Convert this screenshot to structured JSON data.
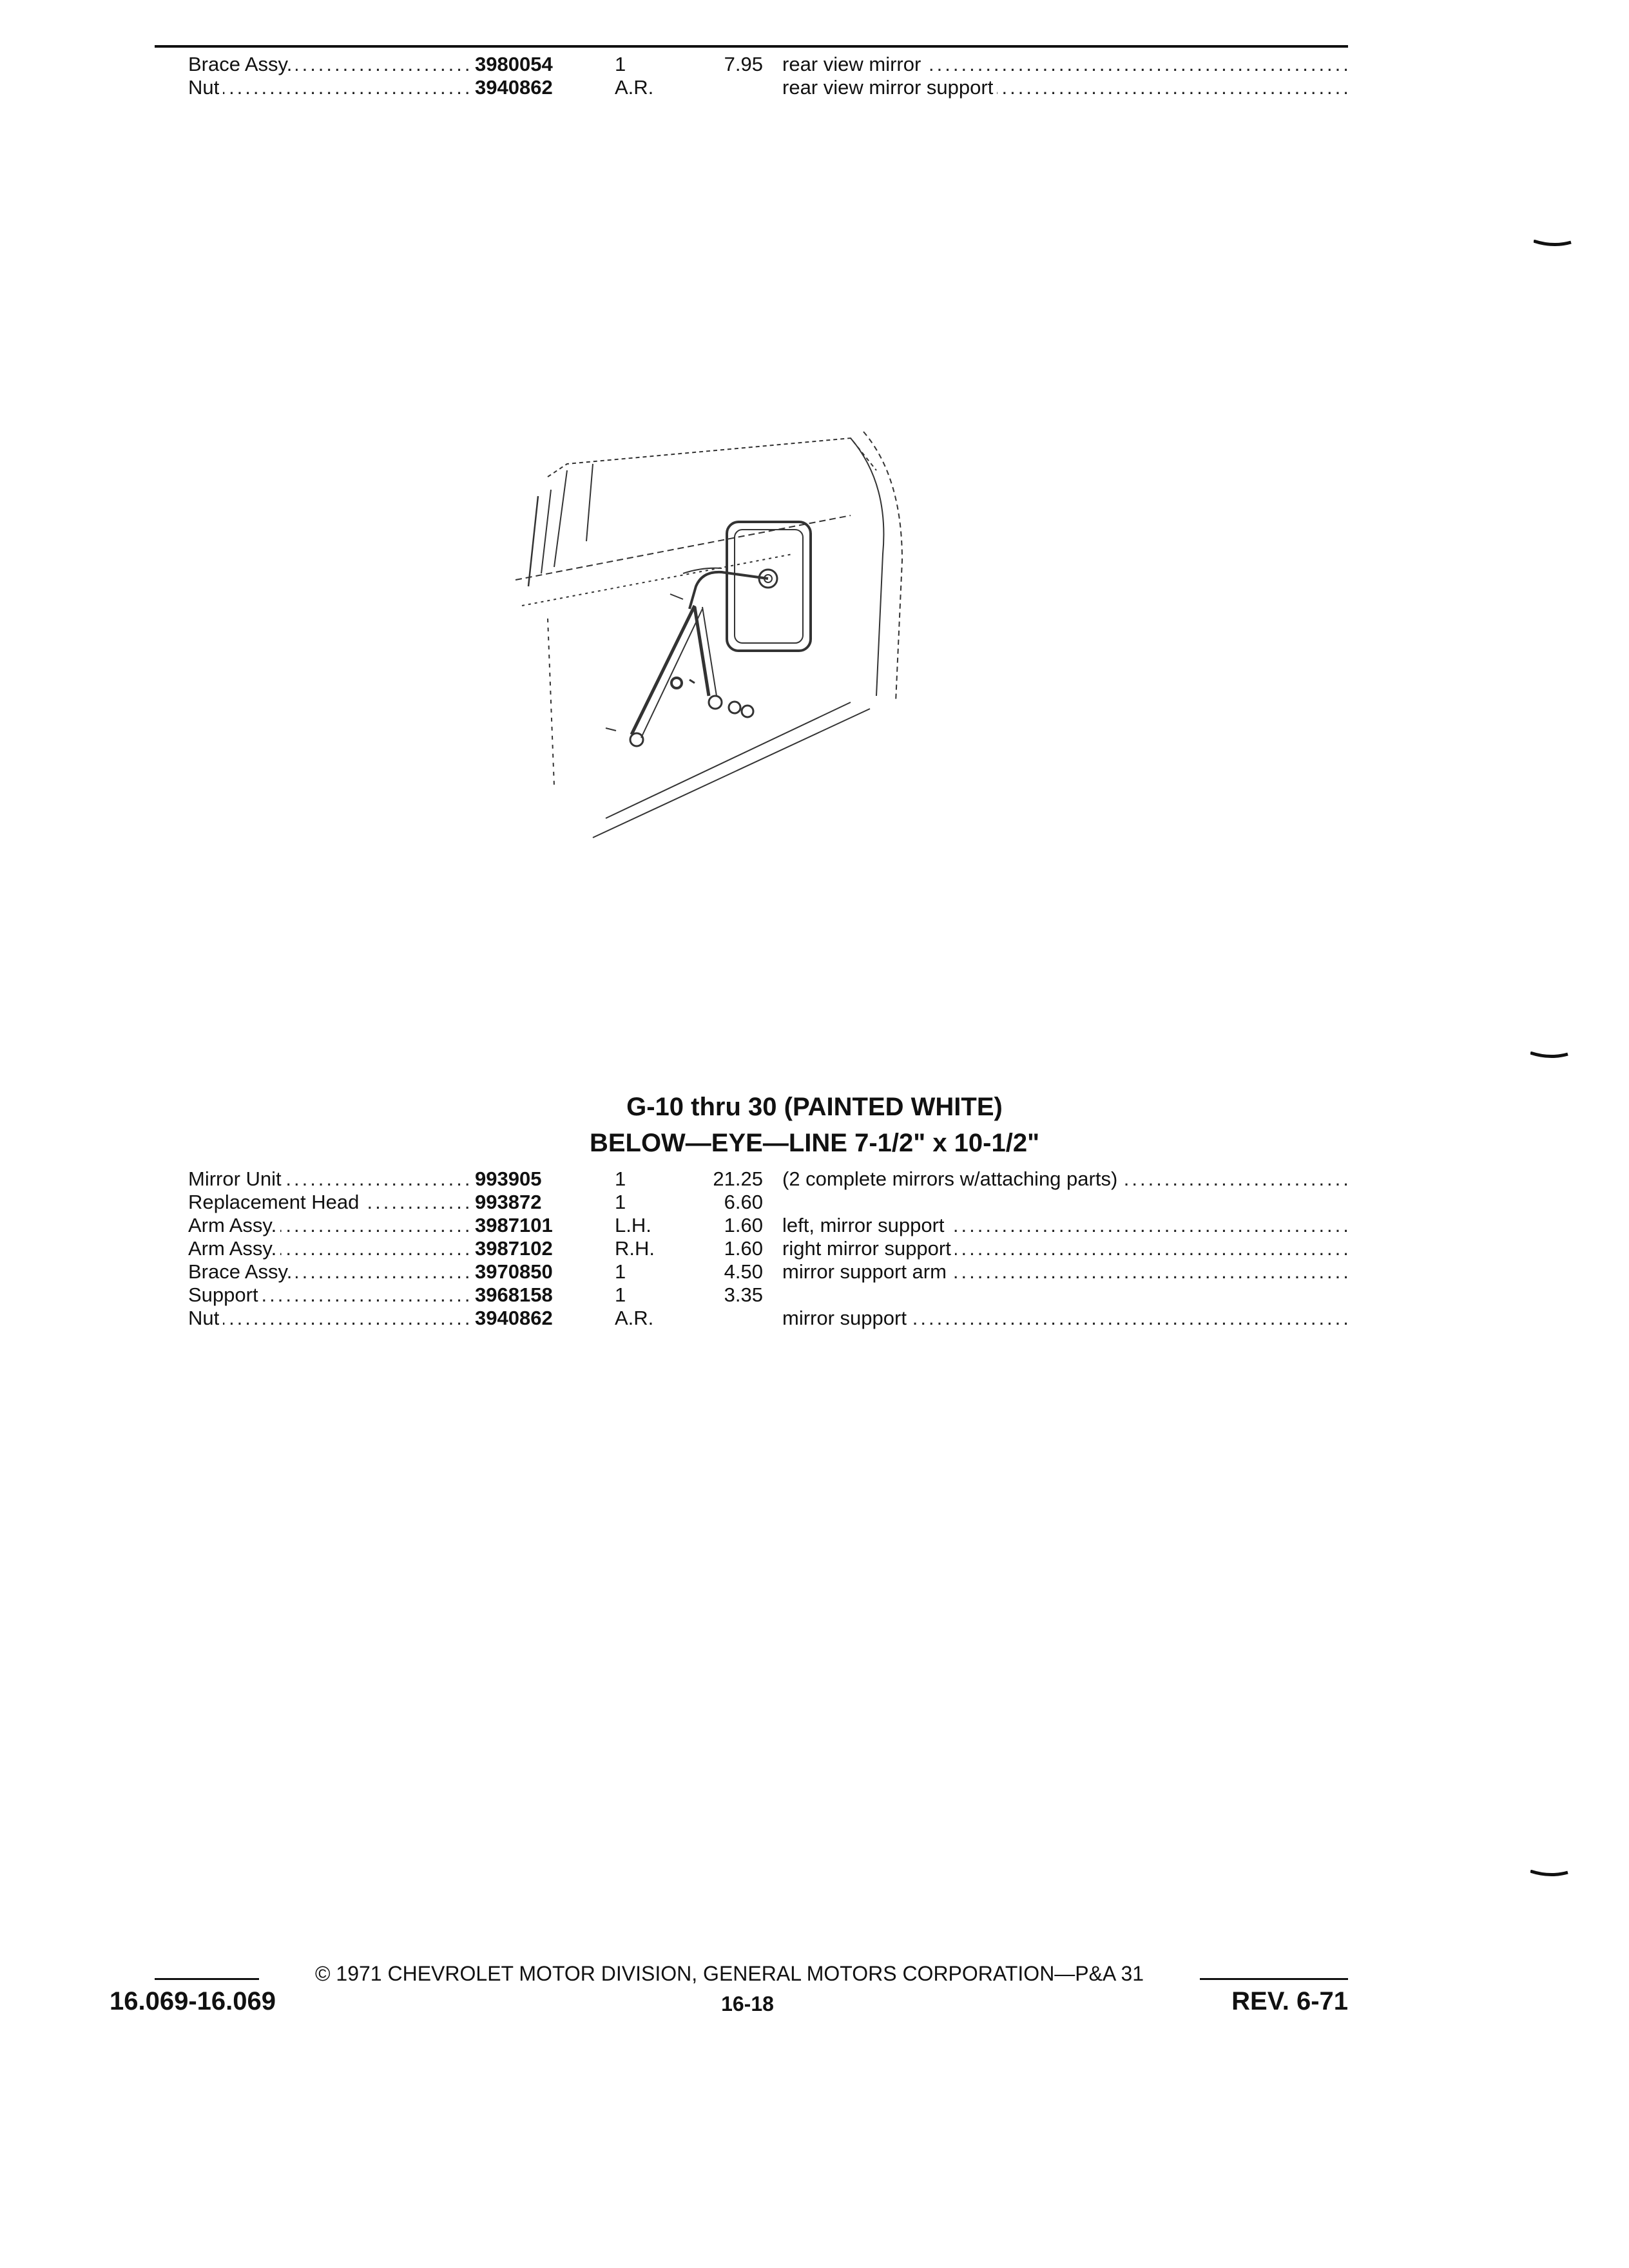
{
  "top_table": [
    {
      "desc": "Brace Assy.",
      "part": "3980054",
      "qty": "1",
      "price": "7.95",
      "usage": "rear view mirror"
    },
    {
      "desc": "Nut",
      "part": "3940862",
      "qty": "A.R.",
      "price": "",
      "usage": "rear view mirror support"
    }
  ],
  "section": {
    "title": "G-10 thru 30 (PAINTED WHITE)",
    "subtitle": "BELOW—EYE—LINE 7-1/2\" x 10-1/2\""
  },
  "parts_table": [
    {
      "desc": "Mirror Unit",
      "part": "993905",
      "qty": "1",
      "price": "21.25",
      "usage": "(2 complete mirrors w/attaching parts)"
    },
    {
      "desc": "Replacement Head",
      "part": "993872",
      "qty": "1",
      "price": "6.60",
      "usage": ""
    },
    {
      "desc": "Arm Assy.",
      "part": "3987101",
      "qty": "L.H.",
      "price": "1.60",
      "usage": "left, mirror support"
    },
    {
      "desc": "Arm Assy.",
      "part": "3987102",
      "qty": "R.H.",
      "price": "1.60",
      "usage": "right mirror support"
    },
    {
      "desc": "Brace Assy.",
      "part": "3970850",
      "qty": "1",
      "price": "4.50",
      "usage": "mirror support arm"
    },
    {
      "desc": "Support",
      "part": "3968158",
      "qty": "1",
      "price": "3.35",
      "usage": ""
    },
    {
      "desc": "Nut",
      "part": "3940862",
      "qty": "A.R.",
      "price": "",
      "usage": "mirror support"
    }
  ],
  "footer": {
    "copyright": "© 1971 CHEVROLET MOTOR DIVISION, GENERAL MOTORS CORPORATION—P&A 31",
    "left_code": "16.069-16.069",
    "page_number": "16-18",
    "revision": "REV. 6-71"
  }
}
